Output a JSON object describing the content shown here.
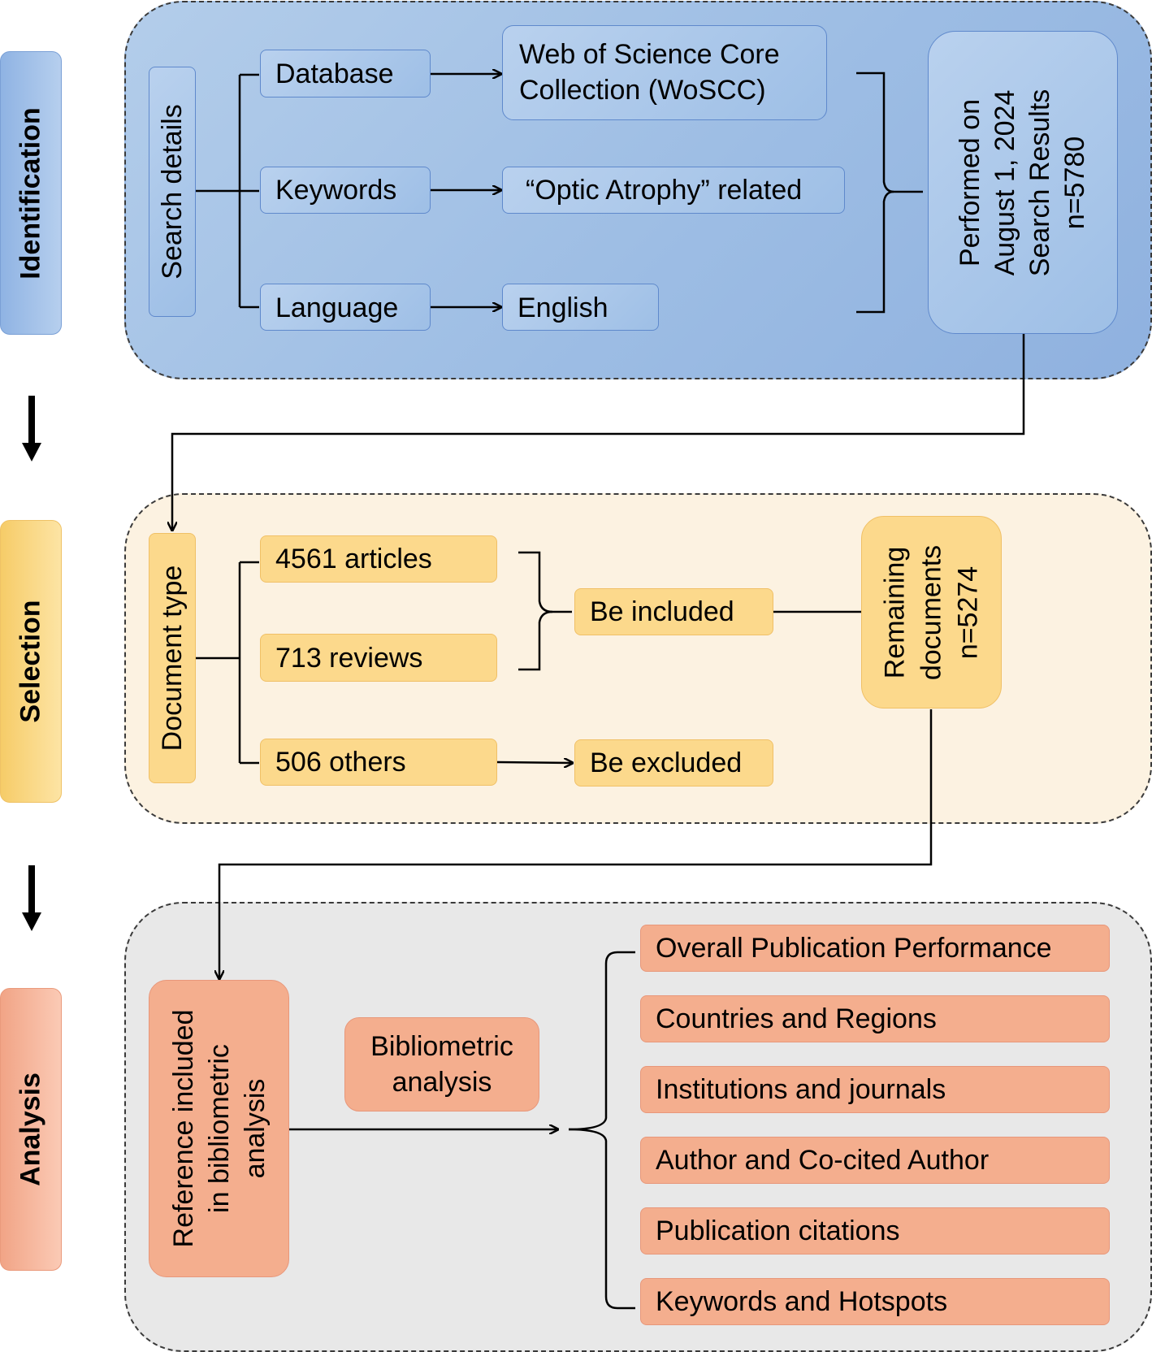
{
  "stages": {
    "identification": "Identification",
    "selection": "Selection",
    "analysis": "Analysis"
  },
  "identification": {
    "search_details": "Search details",
    "database_label": "Database",
    "database_value_line1": "Web of Science Core",
    "database_value_line2": "Collection (WoSCC)",
    "keywords_label": "Keywords",
    "keywords_value": "“Optic Atrophy” related",
    "language_label": "Language",
    "language_value": "English",
    "result_line1": "Performed on",
    "result_line2": "August 1, 2024",
    "result_line3": "Search Results",
    "result_line4": "n=5780"
  },
  "selection": {
    "document_type": "Document type",
    "articles": "4561 articles",
    "reviews": "713 reviews",
    "others": "506 others",
    "included": "Be included",
    "excluded": "Be excluded",
    "remaining_line1": "Remaining",
    "remaining_line2": "documents",
    "remaining_line3": "n=5274"
  },
  "analysis": {
    "reference_line1": "Reference included",
    "reference_line2": "in bibliometric",
    "reference_line3": "analysis",
    "bibliometric_line1": "Bibliometric",
    "bibliometric_line2": "analysis",
    "items": [
      "Overall Publication Performance",
      "Countries and Regions",
      "Institutions and journals",
      "Author and Co-cited Author",
      "Publication citations",
      "Keywords and Hotspots"
    ]
  },
  "colors": {
    "identification": "#9dbde4",
    "selection": "#fcd98c",
    "analysis": "#f4ae8e"
  }
}
